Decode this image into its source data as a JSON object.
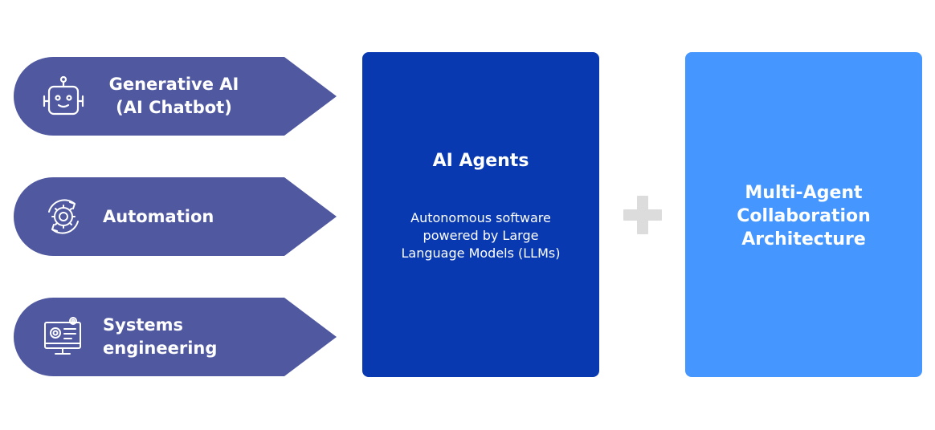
{
  "inputs": [
    {
      "id": "genai",
      "lines": [
        "Generative AI",
        "(AI Chatbot)"
      ],
      "icon": "robot-icon"
    },
    {
      "id": "auto",
      "lines": [
        "Automation"
      ],
      "icon": "automation-gear-icon"
    },
    {
      "id": "sys",
      "lines": [
        "Systems",
        "engineering"
      ],
      "icon": "computer-gears-icon"
    }
  ],
  "agents": {
    "title": "AI Agents",
    "description_lines": [
      "Autonomous software",
      "powered by Large",
      "Language Models (LLMs)"
    ]
  },
  "plus_icon": "plus-icon",
  "multi_agent": {
    "title_lines": [
      "Multi-Agent",
      "Collaboration",
      "Architecture"
    ]
  },
  "colors": {
    "arrow_fill": "#5058a0",
    "agents_box": "#0839b0",
    "multi_agent_box": "#4597ff",
    "plus": "#dcdcdc",
    "text": "#ffffff"
  }
}
